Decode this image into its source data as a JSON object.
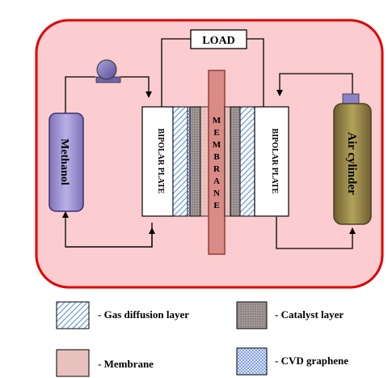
{
  "diagram": {
    "load_label": "LOAD",
    "left_plate_label": "BIPOLAR PLATE",
    "right_plate_label": "BIPOLAR PLATE",
    "membrane_label": "MEMBRANE",
    "membrane_letters": [
      "M",
      "E",
      "M",
      "B",
      "R",
      "A",
      "N",
      "E"
    ],
    "left_tank_label": "Methanol",
    "right_tank_label": "Air cylinder",
    "pump_icon": "pump-icon",
    "colors": {
      "enclosure_fill": "#fbcdd0",
      "enclosure_stroke": "#e00000",
      "membrane_fill": "#d98b87",
      "membrane_stroke": "#9b3b36",
      "methanol_fill": "#a59ad4",
      "air_cylinder_fill": "#9b8a47",
      "gas_diffusion_hatch": "#5b8fd9",
      "catalyst_fill": "#9a8e8e",
      "graphene_fill": "#b8c8ef"
    }
  },
  "legend": {
    "items": [
      {
        "id": "gas-diffusion",
        "label": "-  Gas diffusion layer"
      },
      {
        "id": "catalyst",
        "label": "-  Catalyst layer"
      },
      {
        "id": "membrane",
        "label": "-  Membrane"
      },
      {
        "id": "graphene",
        "label": "-  CVD graphene"
      }
    ]
  }
}
